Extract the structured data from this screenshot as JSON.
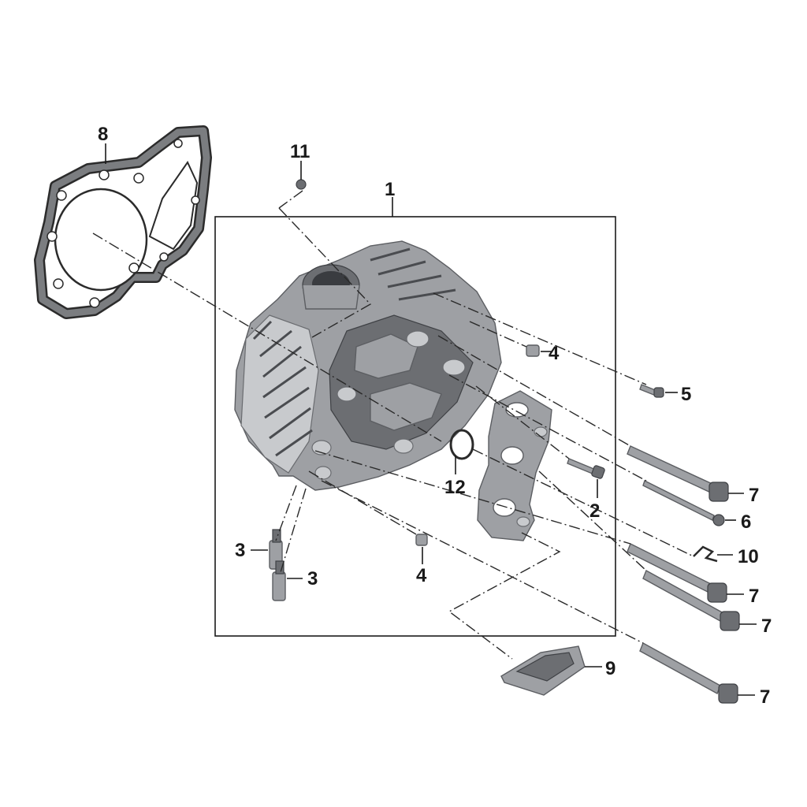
{
  "diagram": {
    "callouts": {
      "p1": "1",
      "p2": "2",
      "p3a": "3",
      "p3b": "3",
      "p4a": "4",
      "p4b": "4",
      "p5": "5",
      "p6": "6",
      "p7a": "7",
      "p7b": "7",
      "p7c": "7",
      "p7d": "7",
      "p8": "8",
      "p9": "9",
      "p10": "10",
      "p11": "11",
      "p12": "12"
    },
    "colors": {
      "line": "#1a1a1a",
      "metal": "#9ea0a4",
      "metal_dark": "#6c6e72",
      "background": "#ffffff"
    }
  }
}
